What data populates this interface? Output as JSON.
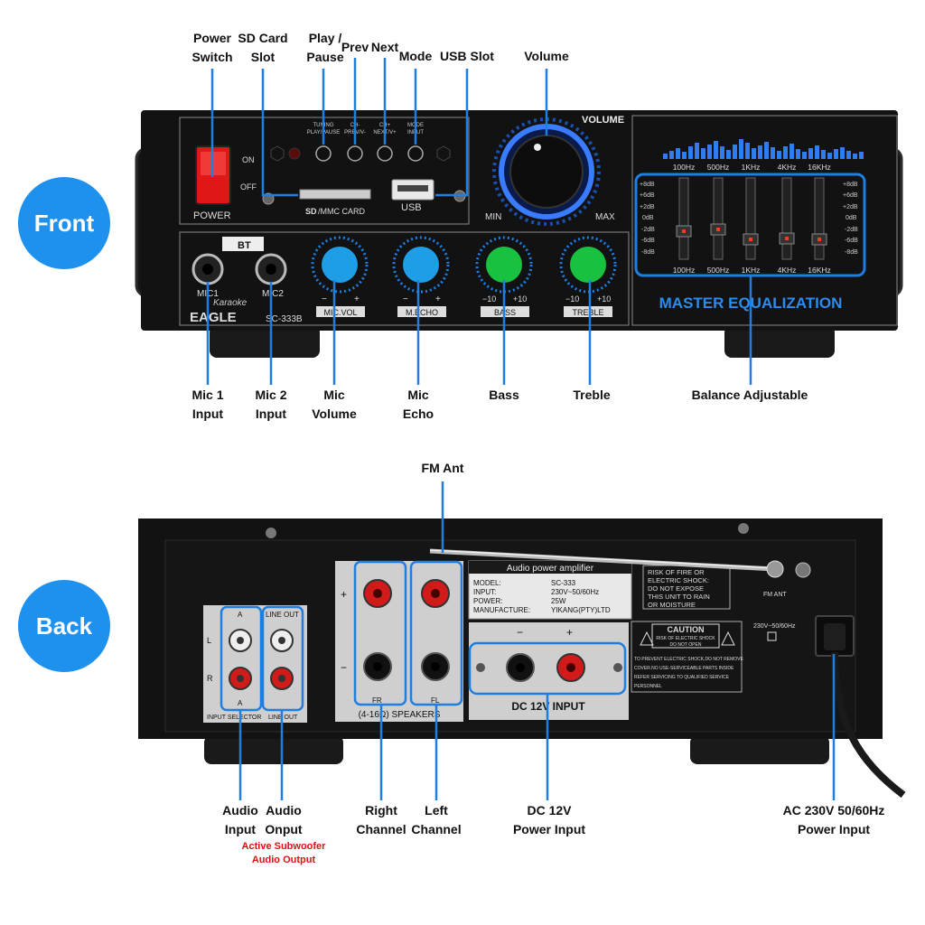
{
  "sections": {
    "front_label": "Front",
    "back_label": "Back"
  },
  "front_callouts": {
    "power_switch": "Power\nSwitch",
    "sd_card_slot": "SD Card\nSlot",
    "play_pause": "Play /\nPause",
    "prev": "Prev",
    "next": "Next",
    "mode": "Mode",
    "usb_slot": "USB Slot",
    "volume": "Volume",
    "mic1_input": "Mic 1\nInput",
    "mic2_input": "Mic 2\nInput",
    "mic_volume": "Mic\nVolume",
    "mic_echo": "Mic\nEcho",
    "bass": "Bass",
    "treble": "Treble",
    "balance": "Balance Adjustable"
  },
  "back_callouts": {
    "fm_ant": "FM Ant",
    "audio_input": "Audio\nInput",
    "audio_output": "Audio\nOnput",
    "subwoofer_note": "Active Subwoofer\nAudio Output",
    "right_channel": "Right\nChannel",
    "left_channel": "Left\nChannel",
    "dc12v": "DC 12V\nPower Input",
    "ac230v": "AC 230V 50/60Hz\nPower Input"
  },
  "front_panel": {
    "on": "ON",
    "off": "OFF",
    "power": "POWER",
    "sd_mmc": "/MMC CARD",
    "usb": "USB",
    "volume": "VOLUME",
    "min": "MIN",
    "max": "MAX",
    "btn_tuning": "TUNING",
    "btn_tuning2": "PLAY/PAUSE",
    "btn_ch_minus": "CH-",
    "btn_ch_minus2": "PREV/V-",
    "btn_ch_plus": "CH+",
    "btn_ch_plus2": "NEXT/V+",
    "btn_mode": "MODE",
    "btn_mode2": "INPUT",
    "bt": "BT",
    "mic1": "MIC1",
    "mic2": "MIC2",
    "brand": "EAGLE",
    "karaoke": "Karaoke",
    "model": "SC-333B",
    "knob_mic_vol": "MIC.VOL",
    "knob_m_echo": "M.ECHO",
    "knob_bass": "BASS",
    "knob_treble": "TREBLE",
    "minus": "−",
    "plus": "+",
    "minus10": "−10",
    "plus10": "+10",
    "eq_freqs": [
      "100Hz",
      "500Hz",
      "1KHz",
      "4KHz",
      "16KHz"
    ],
    "eq_db": [
      "+8dB",
      "+6dB",
      "+2dB",
      "0dB",
      "-2dB",
      "-6dB",
      "-8dB"
    ],
    "master_eq": "MASTER EQUALIZATION"
  },
  "back_panel": {
    "plate_title": "Audio power amplifier",
    "spec_rows": [
      {
        "k": "MODEL:",
        "v": "SC-333"
      },
      {
        "k": "INPUT:",
        "v": "230V~50/60Hz"
      },
      {
        "k": "POWER:",
        "v": "25W"
      },
      {
        "k": "MANUFACTURE:",
        "v": "YIKANG(PTY)LTD"
      }
    ],
    "warn1": "RISK OF FIRE OR",
    "warn2": "ELECTRIC SHOCK:",
    "warn3": "DO NOT EXPOSE",
    "warn4": "THIS UNIT TO RAIN",
    "warn5": "OR MOISTURE",
    "caution": "CAUTION",
    "caution_sub1": "RISK OF ELECTRIC SHOCK",
    "caution_sub2": "DO NOT OPEN",
    "caution_t1": "TO PREVENT ELECTRIC SHOCK,DO NOT REMOVE",
    "caution_t2": "COVER.NO USE-SERVICEABLE PARTS INSIDE",
    "caution_t3": "REFER SERVICING TO QUALIFIED SERVICE",
    "caution_t4": "PERSONNEL",
    "fm_ant": "FM ANT",
    "ac_rating": "230V~50/60Hz",
    "line_out": "LINE OUT",
    "input_selector": "INPUT SELECTOR",
    "line_out_bottom": "LINE OUT",
    "ch_a": "A",
    "ch_l": "L",
    "ch_r": "R",
    "fr": "FR",
    "fl": "FL",
    "speakers": "(4-16Ω) SPEAKERS",
    "dc12v_input": "DC 12V INPUT",
    "plus": "+",
    "minus": "−"
  },
  "colors": {
    "callout_line": "#1f7fe0",
    "bubble": "#1e90ee",
    "panel": "#121212",
    "accent_blue": "#1b88e8",
    "knob_blue": "#1f9ee8",
    "knob_green": "#18c140",
    "switch_red": "#e01717",
    "jack_red": "#d11a1a",
    "note_red": "#d11111"
  }
}
